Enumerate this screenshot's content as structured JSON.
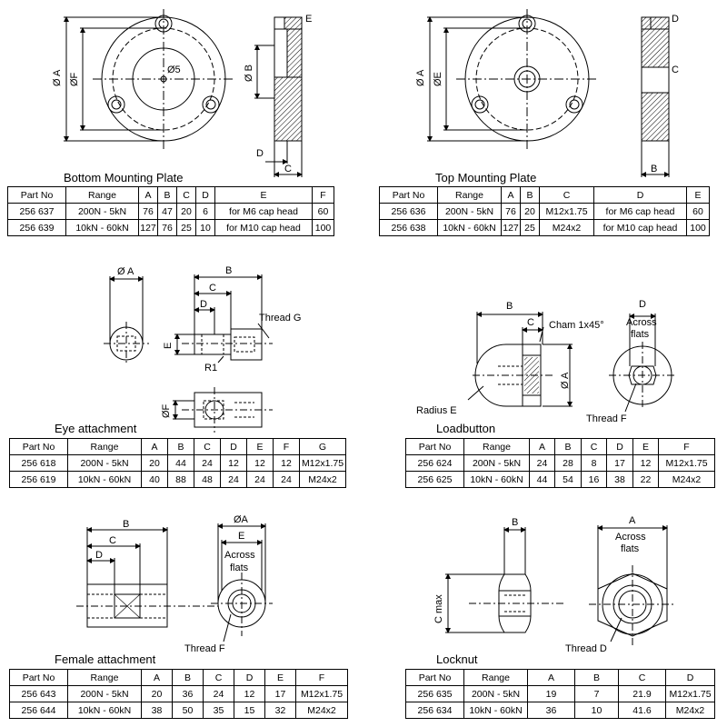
{
  "sections": {
    "bottom_plate": {
      "title": "Bottom Mounting Plate",
      "headers": [
        "Part No",
        "Range",
        "A",
        "B",
        "C",
        "D",
        "E",
        "F"
      ],
      "rows": [
        [
          "256 637",
          "200N - 5kN",
          "76",
          "47",
          "20",
          "6",
          "for M6 cap head",
          "60"
        ],
        [
          "256 639",
          "10kN - 60kN",
          "127",
          "76",
          "25",
          "10",
          "for M10 cap head",
          "100"
        ]
      ]
    },
    "top_plate": {
      "title": "Top Mounting Plate",
      "headers": [
        "Part No",
        "Range",
        "A",
        "B",
        "C",
        "D",
        "E"
      ],
      "rows": [
        [
          "256 636",
          "200N - 5kN",
          "76",
          "20",
          "M12x1.75",
          "for M6 cap head",
          "60"
        ],
        [
          "256 638",
          "10kN - 60kN",
          "127",
          "25",
          "M24x2",
          "for M10 cap head",
          "100"
        ]
      ]
    },
    "eye_attachment": {
      "title": "Eye attachment",
      "headers": [
        "Part No",
        "Range",
        "A",
        "B",
        "C",
        "D",
        "E",
        "F",
        "G"
      ],
      "rows": [
        [
          "256 618",
          "200N - 5kN",
          "20",
          "44",
          "24",
          "12",
          "12",
          "12",
          "M12x1.75"
        ],
        [
          "256 619",
          "10kN - 60kN",
          "40",
          "88",
          "48",
          "24",
          "24",
          "24",
          "M24x2"
        ]
      ]
    },
    "loadbutton": {
      "title": "Loadbutton",
      "headers": [
        "Part No",
        "Range",
        "A",
        "B",
        "C",
        "D",
        "E",
        "F"
      ],
      "rows": [
        [
          "256 624",
          "200N - 5kN",
          "24",
          "28",
          "8",
          "17",
          "12",
          "M12x1.75"
        ],
        [
          "256 625",
          "10kN - 60kN",
          "44",
          "54",
          "16",
          "38",
          "22",
          "M24x2"
        ]
      ]
    },
    "female_attachment": {
      "title": "Female attachment",
      "headers": [
        "Part No",
        "Range",
        "A",
        "B",
        "C",
        "D",
        "E",
        "F"
      ],
      "rows": [
        [
          "256 643",
          "200N - 5kN",
          "20",
          "36",
          "24",
          "12",
          "17",
          "M12x1.75"
        ],
        [
          "256 644",
          "10kN - 60kN",
          "38",
          "50",
          "35",
          "15",
          "32",
          "M24x2"
        ]
      ]
    },
    "locknut": {
      "title": "Locknut",
      "headers": [
        "Part No",
        "Range",
        "A",
        "B",
        "C",
        "D"
      ],
      "rows": [
        [
          "256 635",
          "200N - 5kN",
          "19",
          "7",
          "21.9",
          "M12x1.75"
        ],
        [
          "256 634",
          "10kN - 60kN",
          "36",
          "10",
          "41.6",
          "M24x2"
        ]
      ]
    }
  },
  "labels": {
    "bp_dia_a": "Ø A",
    "bp_dia_f": "ØF",
    "bp_dia_5": "Ø5",
    "bp_dia_b": "Ø B",
    "bp_e": "E",
    "bp_d": "D",
    "bp_c": "C",
    "tp_dia_a": "Ø A",
    "tp_dia_e": "ØE",
    "tp_d": "D",
    "tp_c": "C",
    "tp_b": "B",
    "eye_dia_a": "Ø A",
    "eye_b": "B",
    "eye_c": "C",
    "eye_d": "D",
    "eye_e": "E",
    "eye_thread": "Thread G",
    "eye_r1": "R1",
    "eye_dia_f": "ØF",
    "lb_b": "B",
    "lb_c": "C",
    "lb_cham": "Cham 1x45°",
    "lb_dia_a": "Ø A",
    "lb_radius": "Radius E",
    "lb_d": "D",
    "lb_across1": "Across",
    "lb_across2": "flats",
    "lb_thread": "Thread F",
    "fa_b": "B",
    "fa_c": "C",
    "fa_d": "D",
    "fa_dia_a": "ØA",
    "fa_e": "E",
    "fa_across1": "Across",
    "fa_across2": "flats",
    "fa_thread": "Thread F",
    "ln_b": "B",
    "ln_c": "C max",
    "ln_a": "A",
    "ln_across1": "Across",
    "ln_across2": "flats",
    "ln_thread": "Thread D"
  }
}
